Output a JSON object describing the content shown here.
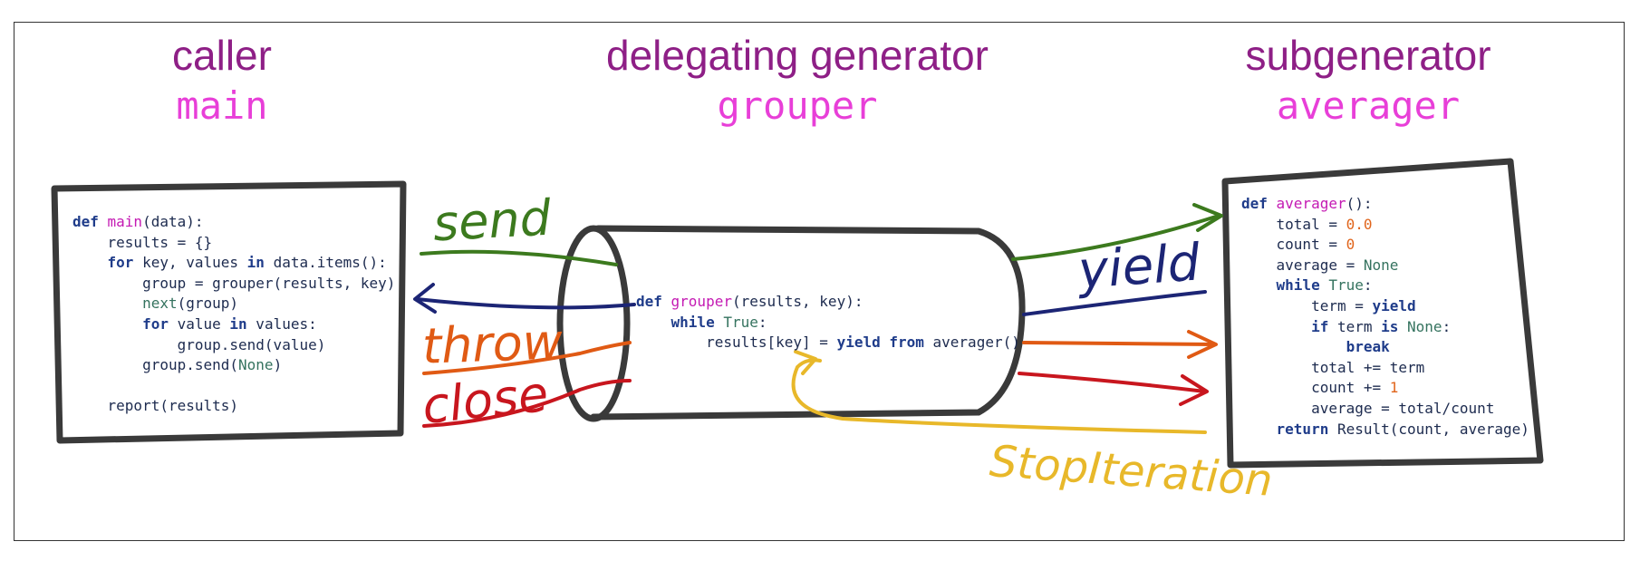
{
  "columns": {
    "caller": {
      "title": "caller",
      "name": "main"
    },
    "delegating": {
      "title": "delegating generator",
      "name": "grouper"
    },
    "subgenerator": {
      "title": "subgenerator",
      "name": "averager"
    }
  },
  "arrows": {
    "send": "send",
    "throw": "throw",
    "close": "close",
    "yield": "yield",
    "stop": "StopIteration"
  },
  "colors": {
    "send": "#3c7a1e",
    "yield": "#1c2575",
    "throw": "#e05a14",
    "close": "#c8161e",
    "stop": "#e8b82a",
    "box": "#3a3a3a",
    "title": "#8e1f86",
    "name": "#e83fd8"
  },
  "code": {
    "main": [
      [
        {
          "t": "def ",
          "c": "kw"
        },
        {
          "t": "main",
          "c": "fn"
        },
        {
          "t": "(data):"
        }
      ],
      [
        {
          "t": "    results = {}"
        }
      ],
      [
        {
          "t": "    "
        },
        {
          "t": "for",
          "c": "kw"
        },
        {
          "t": " key, values "
        },
        {
          "t": "in",
          "c": "kw"
        },
        {
          "t": " data.items():"
        }
      ],
      [
        {
          "t": "        group = grouper(results, key)"
        }
      ],
      [
        {
          "t": "        "
        },
        {
          "t": "next",
          "c": "cn"
        },
        {
          "t": "(group)"
        }
      ],
      [
        {
          "t": "        "
        },
        {
          "t": "for",
          "c": "kw"
        },
        {
          "t": " value "
        },
        {
          "t": "in",
          "c": "kw"
        },
        {
          "t": " values:"
        }
      ],
      [
        {
          "t": "            group.send(value)"
        }
      ],
      [
        {
          "t": "        group.send("
        },
        {
          "t": "None",
          "c": "cn"
        },
        {
          "t": ")"
        }
      ],
      [
        {
          "t": ""
        }
      ],
      [
        {
          "t": "    report(results)"
        }
      ]
    ],
    "grouper": [
      [
        {
          "t": "def ",
          "c": "kw"
        },
        {
          "t": "grouper",
          "c": "fn"
        },
        {
          "t": "(results, key):"
        }
      ],
      [
        {
          "t": "    "
        },
        {
          "t": "while",
          "c": "kw"
        },
        {
          "t": " "
        },
        {
          "t": "True",
          "c": "cn"
        },
        {
          "t": ":"
        }
      ],
      [
        {
          "t": "        results[key] = "
        },
        {
          "t": "yield from",
          "c": "kw"
        },
        {
          "t": " averager()"
        }
      ]
    ],
    "averager": [
      [
        {
          "t": "def ",
          "c": "kw"
        },
        {
          "t": "averager",
          "c": "fn"
        },
        {
          "t": "():"
        }
      ],
      [
        {
          "t": "    total = "
        },
        {
          "t": "0.0",
          "c": "num"
        }
      ],
      [
        {
          "t": "    count = "
        },
        {
          "t": "0",
          "c": "num"
        }
      ],
      [
        {
          "t": "    average = "
        },
        {
          "t": "None",
          "c": "cn"
        }
      ],
      [
        {
          "t": "    "
        },
        {
          "t": "while",
          "c": "kw"
        },
        {
          "t": " "
        },
        {
          "t": "True",
          "c": "cn"
        },
        {
          "t": ":"
        }
      ],
      [
        {
          "t": "        term = "
        },
        {
          "t": "yield",
          "c": "kw"
        }
      ],
      [
        {
          "t": "        "
        },
        {
          "t": "if",
          "c": "kw"
        },
        {
          "t": " term "
        },
        {
          "t": "is",
          "c": "kw"
        },
        {
          "t": " "
        },
        {
          "t": "None",
          "c": "cn"
        },
        {
          "t": ":"
        }
      ],
      [
        {
          "t": "            "
        },
        {
          "t": "break",
          "c": "kw"
        }
      ],
      [
        {
          "t": "        total += term"
        }
      ],
      [
        {
          "t": "        count += "
        },
        {
          "t": "1",
          "c": "num"
        }
      ],
      [
        {
          "t": "        average = total/count"
        }
      ],
      [
        {
          "t": "    "
        },
        {
          "t": "return",
          "c": "kw"
        },
        {
          "t": " Result(count, average)"
        }
      ]
    ]
  }
}
